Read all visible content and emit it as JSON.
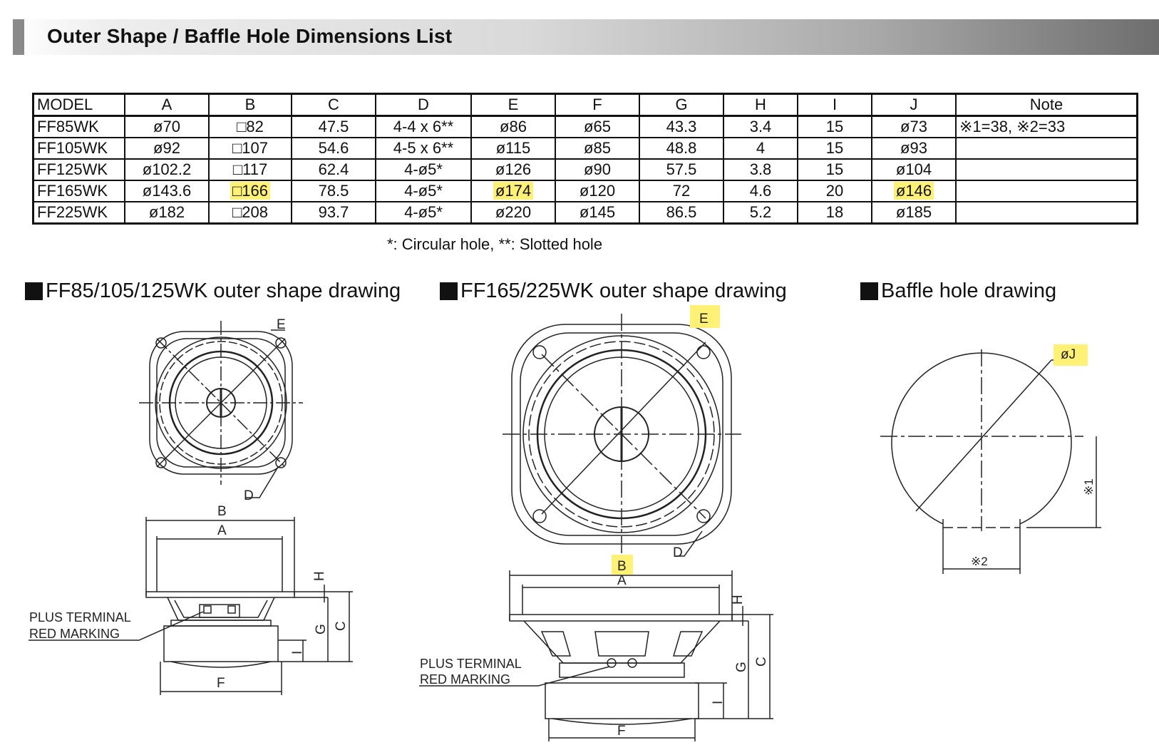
{
  "title": "Outer Shape / Baffle Hole Dimensions List",
  "table": {
    "headers": [
      "MODEL",
      "A",
      "B",
      "C",
      "D",
      "E",
      "F",
      "G",
      "H",
      "I",
      "J",
      "Note"
    ],
    "rows": [
      {
        "model": "FF85WK",
        "a": "ø70",
        "b": "□82",
        "c": "47.5",
        "d": "4-4 x 6**",
        "e": "ø86",
        "f": "ø65",
        "g": "43.3",
        "h": "3.4",
        "i": "15",
        "j": "ø73",
        "note": "※1=38, ※2=33"
      },
      {
        "model": "FF105WK",
        "a": "ø92",
        "b": "□107",
        "c": "54.6",
        "d": "4-5 x 6**",
        "e": "ø115",
        "f": "ø85",
        "g": "48.8",
        "h": "4",
        "i": "15",
        "j": "ø93",
        "note": ""
      },
      {
        "model": "FF125WK",
        "a": "ø102.2",
        "b": "□117",
        "c": "62.4",
        "d": "4-ø5*",
        "e": "ø126",
        "f": "ø90",
        "g": "57.5",
        "h": "3.8",
        "i": "15",
        "j": "ø104",
        "note": ""
      },
      {
        "model": "FF165WK",
        "a": "ø143.6",
        "b": "□166",
        "c": "78.5",
        "d": "4-ø5*",
        "e": "ø174",
        "f": "ø120",
        "g": "72",
        "h": "4.6",
        "i": "20",
        "j": "ø146",
        "note": ""
      },
      {
        "model": "FF225WK",
        "a": "ø182",
        "b": "□208",
        "c": "93.7",
        "d": "4-ø5*",
        "e": "ø220",
        "f": "ø145",
        "g": "86.5",
        "h": "5.2",
        "i": "18",
        "j": "ø185",
        "note": ""
      }
    ],
    "highlight_color": "#fff176"
  },
  "footnote": "*: Circular hole, **: Slotted hole",
  "sections": {
    "small": "FF85/105/125WK outer shape drawing",
    "large": "FF165/225WK outer shape drawing",
    "baffle": "Baffle hole drawing"
  },
  "labels": {
    "E": "E",
    "D": "D",
    "B": "B",
    "A": "A",
    "H": "H",
    "G": "G",
    "C": "C",
    "I": "I",
    "F": "F",
    "plus1": "PLUS TERMINAL",
    "plus2": "RED MARKING",
    "J": "øJ",
    "n1": "※1",
    "n2": "※2"
  }
}
